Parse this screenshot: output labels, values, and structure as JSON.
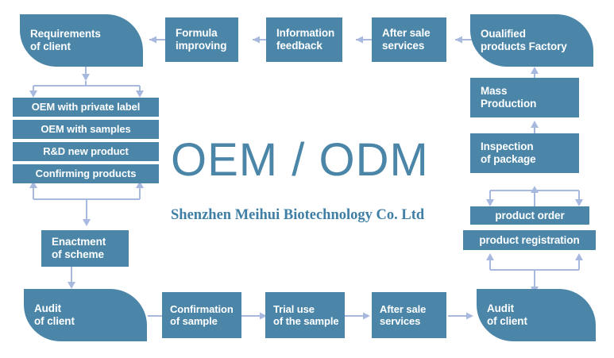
{
  "diagram": {
    "title": "OEM / ODM",
    "subtitle": "Shenzhen Meihui Biotechnology Co. Ltd",
    "accent_color": "#4b86a9",
    "connector_color": "#a8b9e0",
    "background_color": "#ffffff"
  },
  "nodes": {
    "requirements_of_client": "Requirements\nof client",
    "formula_improving": "Formula\nimproving",
    "information_feedback": "Information\nfeedback",
    "after_sale_services_top": "After sale\nservices",
    "qualified_products_factory": "Oualified\nproducts Factory",
    "mass_production": "Mass\nProduction",
    "inspection_of_package": "Inspection\nof package",
    "product_order": "product order",
    "product_registration": "product registration",
    "oem_with_private_label": "OEM with private label",
    "oem_with_samples": "OEM with samples",
    "rd_new_product": "R&D new product",
    "confirming_products": "Confirming products",
    "enactment_of_scheme": "Enactment\nof scheme",
    "audit_of_client_left": "Audit\nof client",
    "confirmation_of_sample": "Confirmation\nof sample",
    "trial_use_of_the_sample": "Trial use\nof the sample",
    "after_sale_services_bottom": "After sale\nservices",
    "audit_of_client_right": "Audit\nof client"
  }
}
